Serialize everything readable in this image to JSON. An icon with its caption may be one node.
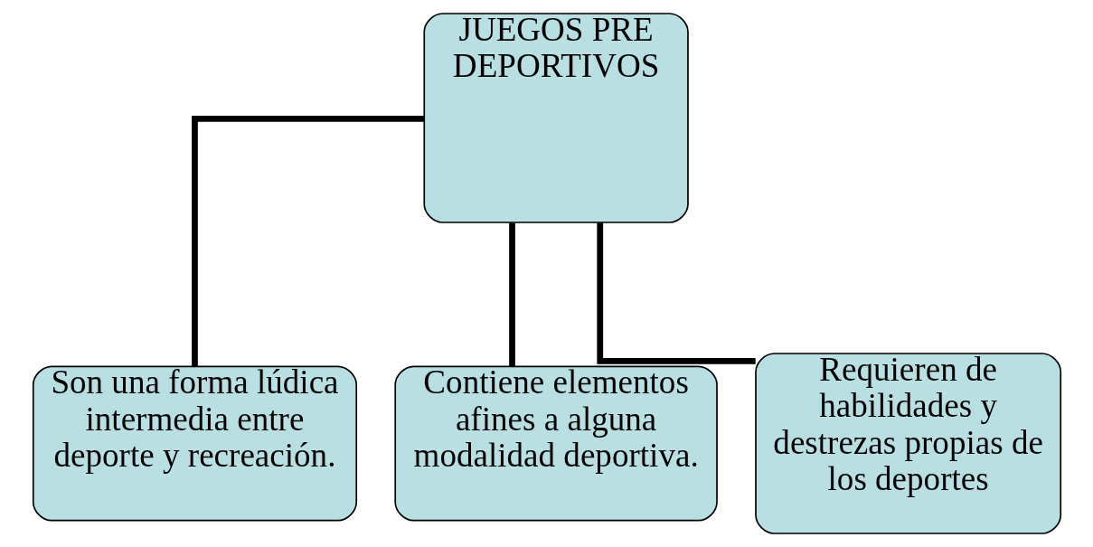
{
  "diagram": {
    "nodes": [
      {
        "text": [
          "JUEGOS PRE DEPORTIVOS"
        ]
      },
      {
        "text": [
          "Son una forma lúdica intermedia entre deporte y recreación."
        ]
      },
      {
        "text": [
          "Contiene elementos afines a alguna modalidad deportiva."
        ]
      },
      {
        "text": [
          "Requieren de habilidades y destrezas propias de los deportes"
        ]
      }
    ],
    "edges": [
      {
        "from": 0,
        "to": 1,
        "arrow": "none"
      },
      {
        "from": 0,
        "to": 2,
        "arrow": "none"
      },
      {
        "from": 0,
        "to": 3,
        "arrow": "none"
      }
    ]
  }
}
